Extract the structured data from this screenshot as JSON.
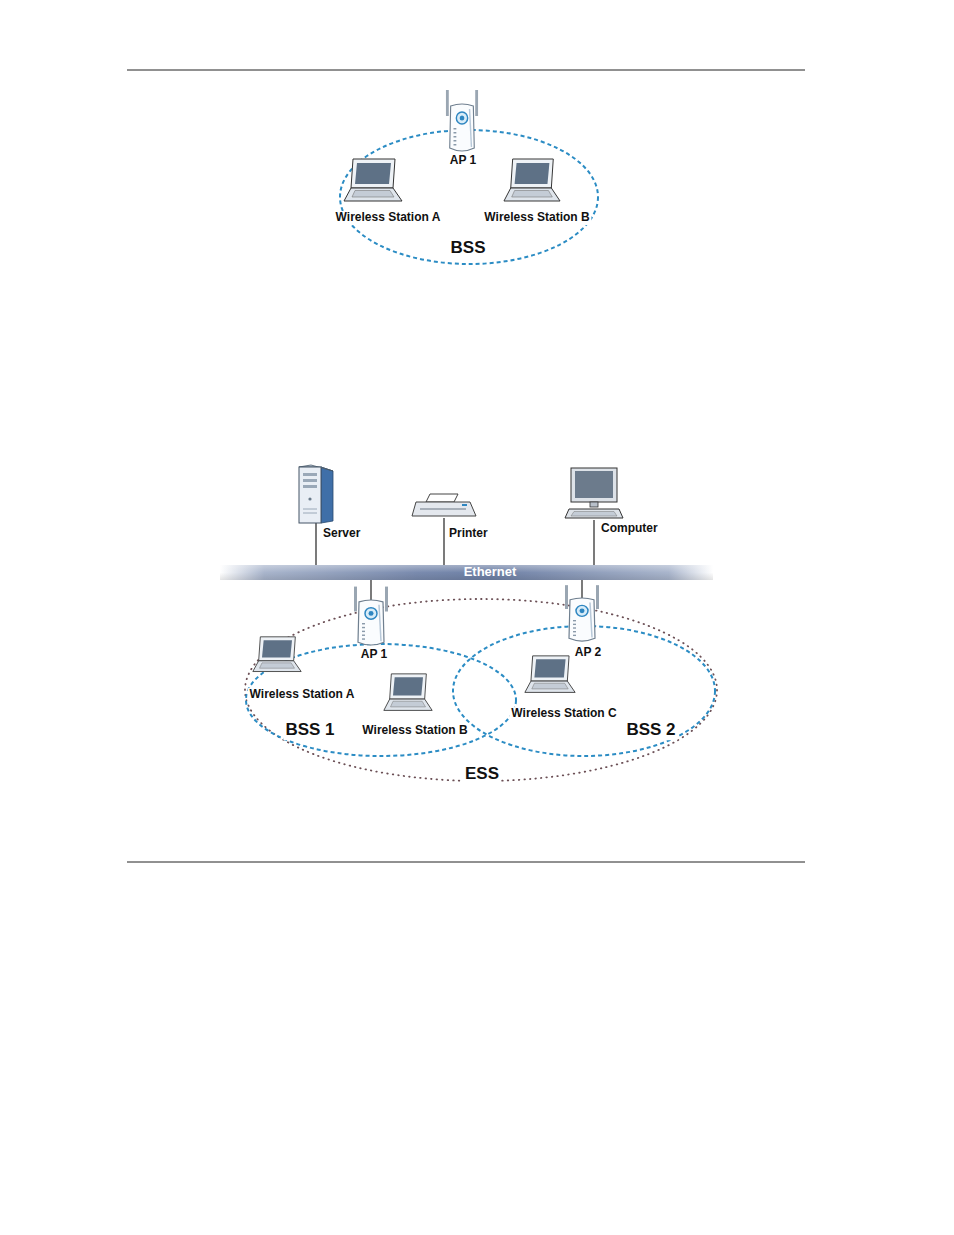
{
  "diagram": {
    "nodes": [
      {
        "text": [
          "BSS"
        ]
      },
      {
        "text": [
          "AP 1"
        ],
        "in": 0
      },
      {
        "text": [
          "Wireless Station A"
        ],
        "in": 0
      },
      {
        "text": [
          "Wireless Station B"
        ],
        "in": 0
      },
      {
        "text": [
          "Server"
        ]
      },
      {
        "text": [
          "Printer"
        ]
      },
      {
        "text": [
          "Computer"
        ]
      },
      {
        "text": [
          "Ethernet"
        ]
      },
      {
        "text": [
          "ESS"
        ]
      },
      {
        "text": [
          "BSS 1"
        ],
        "in": 8
      },
      {
        "text": [
          "AP 1"
        ],
        "in": 9
      },
      {
        "text": [
          "Wireless Station A"
        ],
        "in": 9
      },
      {
        "text": [
          "Wireless Station B"
        ],
        "in": 9
      },
      {
        "text": [
          "BSS 2"
        ],
        "in": 8
      },
      {
        "text": [
          "AP 2"
        ],
        "in": 13
      },
      {
        "text": [
          "Wireless Station C"
        ],
        "in": 13
      }
    ],
    "edges": [
      {
        "from": 4,
        "to": 7,
        "arrow": "none"
      },
      {
        "from": 5,
        "to": 7,
        "arrow": "none"
      },
      {
        "from": 6,
        "to": 7,
        "arrow": "none"
      },
      {
        "from": 10,
        "to": 7,
        "arrow": "none"
      },
      {
        "from": 14,
        "to": 7,
        "arrow": "none"
      }
    ]
  }
}
